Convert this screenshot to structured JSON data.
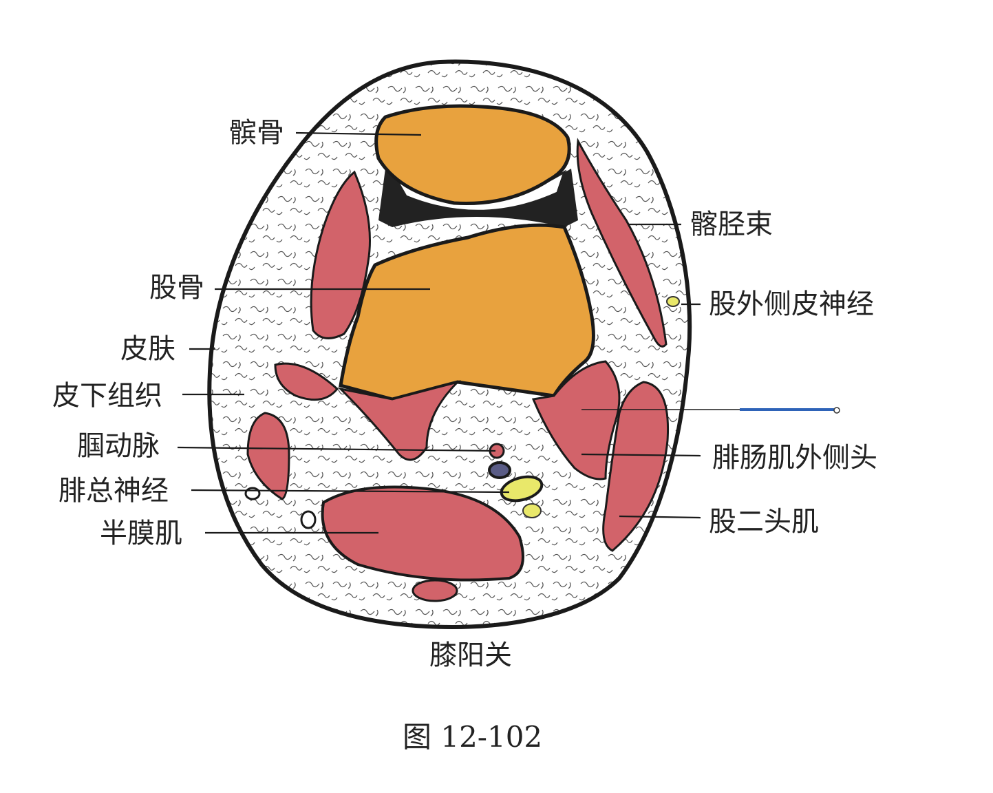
{
  "labels": {
    "patella": "髌骨",
    "iliotibial_tract": "髂胫束",
    "femur": "股骨",
    "lateral_femoral_cutaneous_nerve": "股外侧皮神经",
    "skin": "皮肤",
    "subcutaneous_tissue": "皮下组织",
    "popliteal_artery": "腘动脉",
    "gastrocnemius_lateral_head": "腓肠肌外侧头",
    "common_peroneal_nerve": "腓总神经",
    "biceps_femoris": "股二头肌",
    "semimembranosus": "半膜肌",
    "acupoint": "膝阳关"
  },
  "figure_caption": "图 12-102",
  "colors": {
    "bone": "#E8A23E",
    "muscle": "#D2636A",
    "outline": "#1a1a1a",
    "nerve": "#E9E86A",
    "vein": "#5A5C86",
    "pointer": "#2E63B8"
  }
}
